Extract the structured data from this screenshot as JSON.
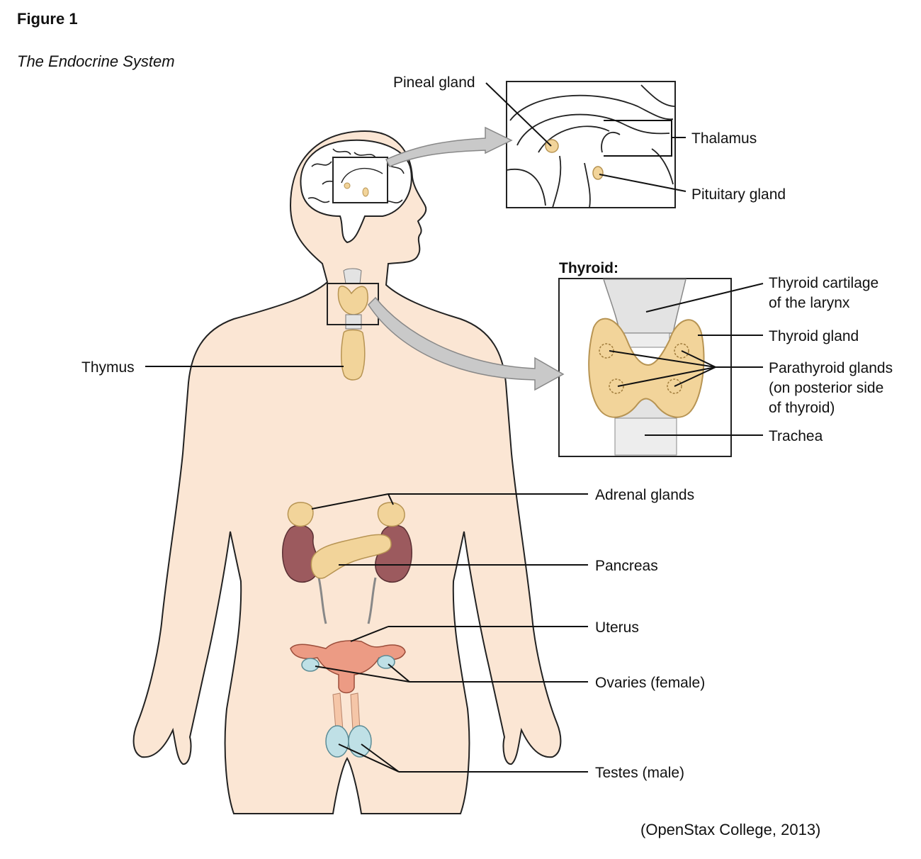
{
  "figure": {
    "label": "Figure 1",
    "title": "The Endocrine System",
    "citation": "(OpenStax College, 2013)"
  },
  "labels": {
    "pineal": "Pineal gland",
    "thalamus": "Thalamus",
    "pituitary": "Pituitary gland",
    "thyroid_heading": "Thyroid:",
    "thyroid_cartilage_1": "Thyroid cartilage",
    "thyroid_cartilage_2": "of the larynx",
    "thyroid_gland": "Thyroid gland",
    "parathyroid_1": "Parathyroid glands",
    "parathyroid_2": "(on posterior side",
    "parathyroid_3": "of thyroid)",
    "trachea": "Trachea",
    "thymus": "Thymus",
    "adrenal": "Adrenal glands",
    "pancreas": "Pancreas",
    "uterus": "Uterus",
    "ovaries": "Ovaries (female)",
    "testes": "Testes (male)"
  },
  "colors": {
    "skin": "#fbe6d4",
    "gland": "#f2d49a",
    "gland_stroke": "#b79453",
    "kidney": "#9c5a5e",
    "uterus": "#ec9b84",
    "ovary_testes": "#bfe0e6",
    "arrow": "#c9c9c9",
    "cartilage": "#e3e3e3"
  }
}
